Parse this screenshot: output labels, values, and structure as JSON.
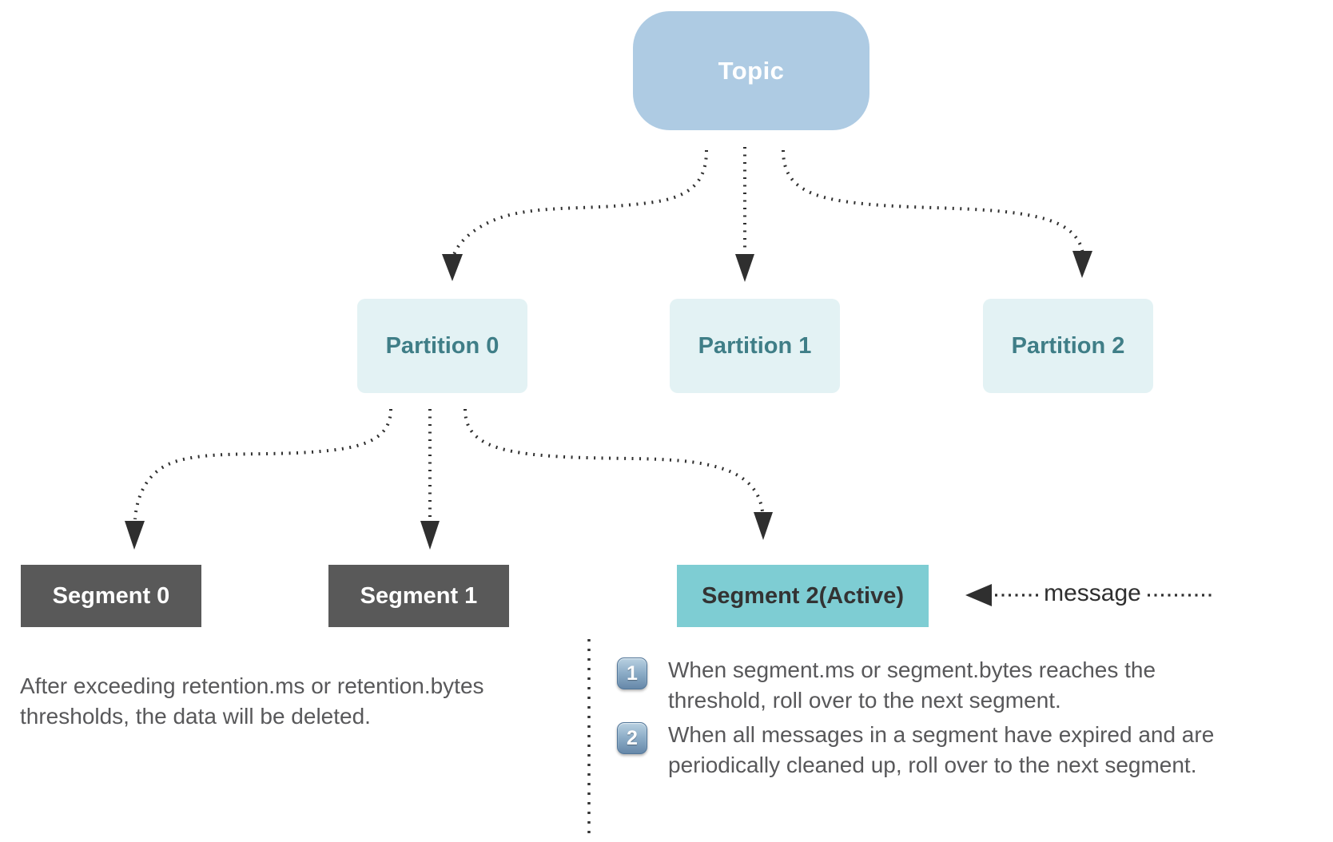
{
  "colors": {
    "topic_bg": "#aecbe3",
    "topic_text": "#ffffff",
    "partition_bg": "#e3f2f4",
    "partition_text": "#3f7e87",
    "segment_bg": "#595959",
    "segment_text": "#ffffff",
    "active_segment_bg": "#7ecdd3",
    "active_segment_text": "#333333",
    "arrow": "#2f2f2f",
    "body_text": "#58585a",
    "badge_bg": "#6688a9"
  },
  "topic": {
    "label": "Topic"
  },
  "partitions": [
    {
      "label": "Partition 0"
    },
    {
      "label": "Partition 1"
    },
    {
      "label": "Partition 2"
    }
  ],
  "segments": [
    {
      "label": "Segment 0"
    },
    {
      "label": "Segment 1"
    },
    {
      "label": "Segment 2(Active)"
    }
  ],
  "message": {
    "label": "message"
  },
  "caption": {
    "text": "After exceeding retention.ms or retention.bytes\nthresholds, the data will be deleted."
  },
  "notes": [
    {
      "number": "1",
      "text": "When segment.ms or segment.bytes reaches the\nthreshold, roll over to the next segment."
    },
    {
      "number": "2",
      "text": "When all messages in a segment have expired and are\nperiodically cleaned up, roll over to the next segment."
    }
  ]
}
